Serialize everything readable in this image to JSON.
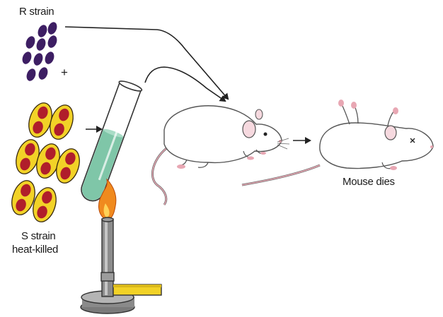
{
  "labels": {
    "r_strain": "R strain",
    "plus": "+",
    "s_strain_line1": "S strain",
    "s_strain_line2": "heat-killed",
    "outcome": "Mouse dies"
  },
  "colors": {
    "r_strain_cell": "#3d1e63",
    "s_strain_capsule": "#f2d227",
    "s_strain_nucleus": "#b01e2b",
    "tube_liquid": "#7fc6a8",
    "flame": "#f08a1e",
    "burner_metal": "#8a8a8a",
    "burner_handle": "#f2d227",
    "mouse_body": "#ffffff",
    "mouse_pink": "#e8a7b3",
    "arrow": "#222222"
  },
  "icons": [
    "r-strain-cells",
    "s-strain-cells",
    "test-tube",
    "bunsen-burner",
    "live-mouse",
    "dead-mouse"
  ]
}
